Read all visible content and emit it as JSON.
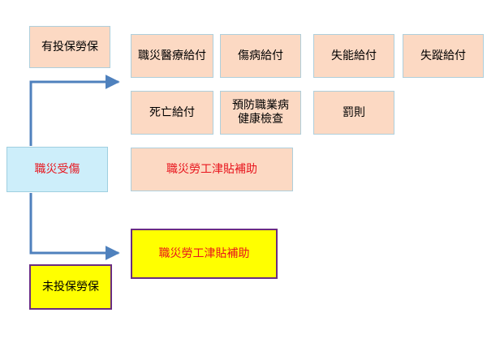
{
  "diagram": {
    "insured_label": "有投保勞保",
    "injury_label": "職災受傷",
    "uninsured_label": "未投保勞保",
    "benefits": [
      {
        "label": "職災醫療給付"
      },
      {
        "label": "傷病給付"
      },
      {
        "label": "失能給付"
      },
      {
        "label": "失蹤給付"
      },
      {
        "label": "死亡給付"
      },
      {
        "label_line1": "預防職業病",
        "label_line2": "健康檢查"
      },
      {
        "label": "罰則"
      }
    ],
    "insured_subsidy": "職災勞工津貼補助",
    "uninsured_subsidy": "職災勞工津貼補助",
    "colors": {
      "peach": "#fcd9c3",
      "cyan": "#cdeefa",
      "yellow": "#ffff00",
      "purple_border": "#6a2c82",
      "red_text": "#e8151d",
      "arrow": "#4f81bd"
    }
  }
}
